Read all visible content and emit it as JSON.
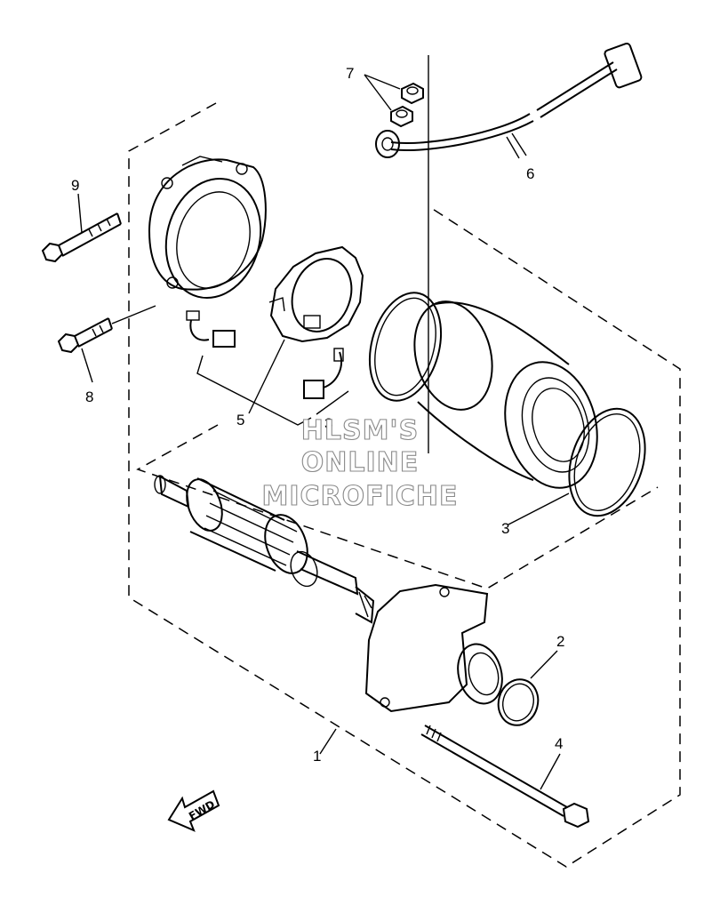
{
  "callouts": {
    "c1": "1",
    "c2": "2",
    "c3a": "3",
    "c3b": "3",
    "c4": "4",
    "c5": "5",
    "c6": "6",
    "c7": "7",
    "c8": "8",
    "c9": "9"
  },
  "watermark": {
    "line1": "HLSM'S",
    "line2": "ONLINE",
    "line3": "MICROFICHE"
  },
  "direction_marker": {
    "label": "FWD",
    "icon": "fwd-arrow-icon"
  }
}
